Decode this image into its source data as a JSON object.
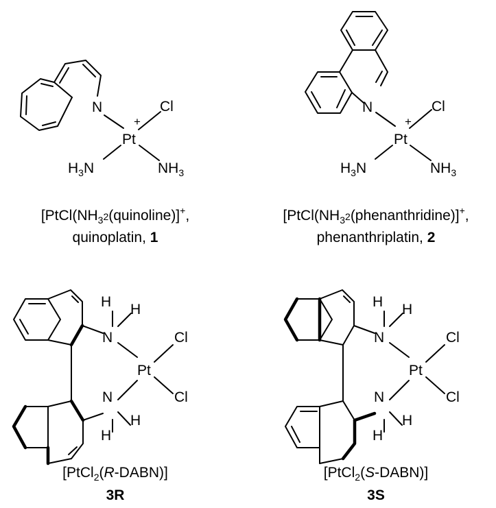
{
  "compounds": [
    {
      "id": "1",
      "atoms": {
        "n": "N",
        "pt": "Pt",
        "cl": "Cl",
        "charge": "+",
        "nh3_left_h": "H",
        "nh3_left_sub": "3",
        "nh3_left_n": "N",
        "nh3_right_nh": "NH",
        "nh3_right_sub": "3"
      },
      "caption": {
        "pre": "[PtCl(NH",
        "sub": "2",
        "mid": "(quinoline)]",
        "sup": "+",
        "post": ",",
        "name": "quinoplatin, ",
        "number": "1",
        "sub3": "3"
      }
    },
    {
      "id": "2",
      "atoms": {
        "n": "N",
        "pt": "Pt",
        "cl": "Cl",
        "charge": "+",
        "nh3_left_h": "H",
        "nh3_left_sub": "3",
        "nh3_left_n": "N",
        "nh3_right_nh": "NH",
        "nh3_right_sub": "3"
      },
      "caption": {
        "pre": "[PtCl(NH",
        "sub": "2",
        "mid": "(phenanthridine)]",
        "sup": "+",
        "post": ",",
        "name": "phenanthriplatin, ",
        "number": "2",
        "sub3": "3"
      }
    },
    {
      "id": "3R",
      "atoms": {
        "n": "N",
        "h": "H",
        "pt": "Pt",
        "cl": "Cl"
      },
      "caption": {
        "pre": "[PtCl",
        "sub": "2",
        "open": "(",
        "ital": "R",
        "mid": "-DABN)]",
        "number": "3R"
      }
    },
    {
      "id": "3S",
      "atoms": {
        "n": "N",
        "h": "H",
        "pt": "Pt",
        "cl": "Cl"
      },
      "caption": {
        "pre": "[PtCl",
        "sub": "2",
        "open": "(",
        "ital": "S",
        "mid": "-DABN)]",
        "number": "3S"
      }
    }
  ]
}
